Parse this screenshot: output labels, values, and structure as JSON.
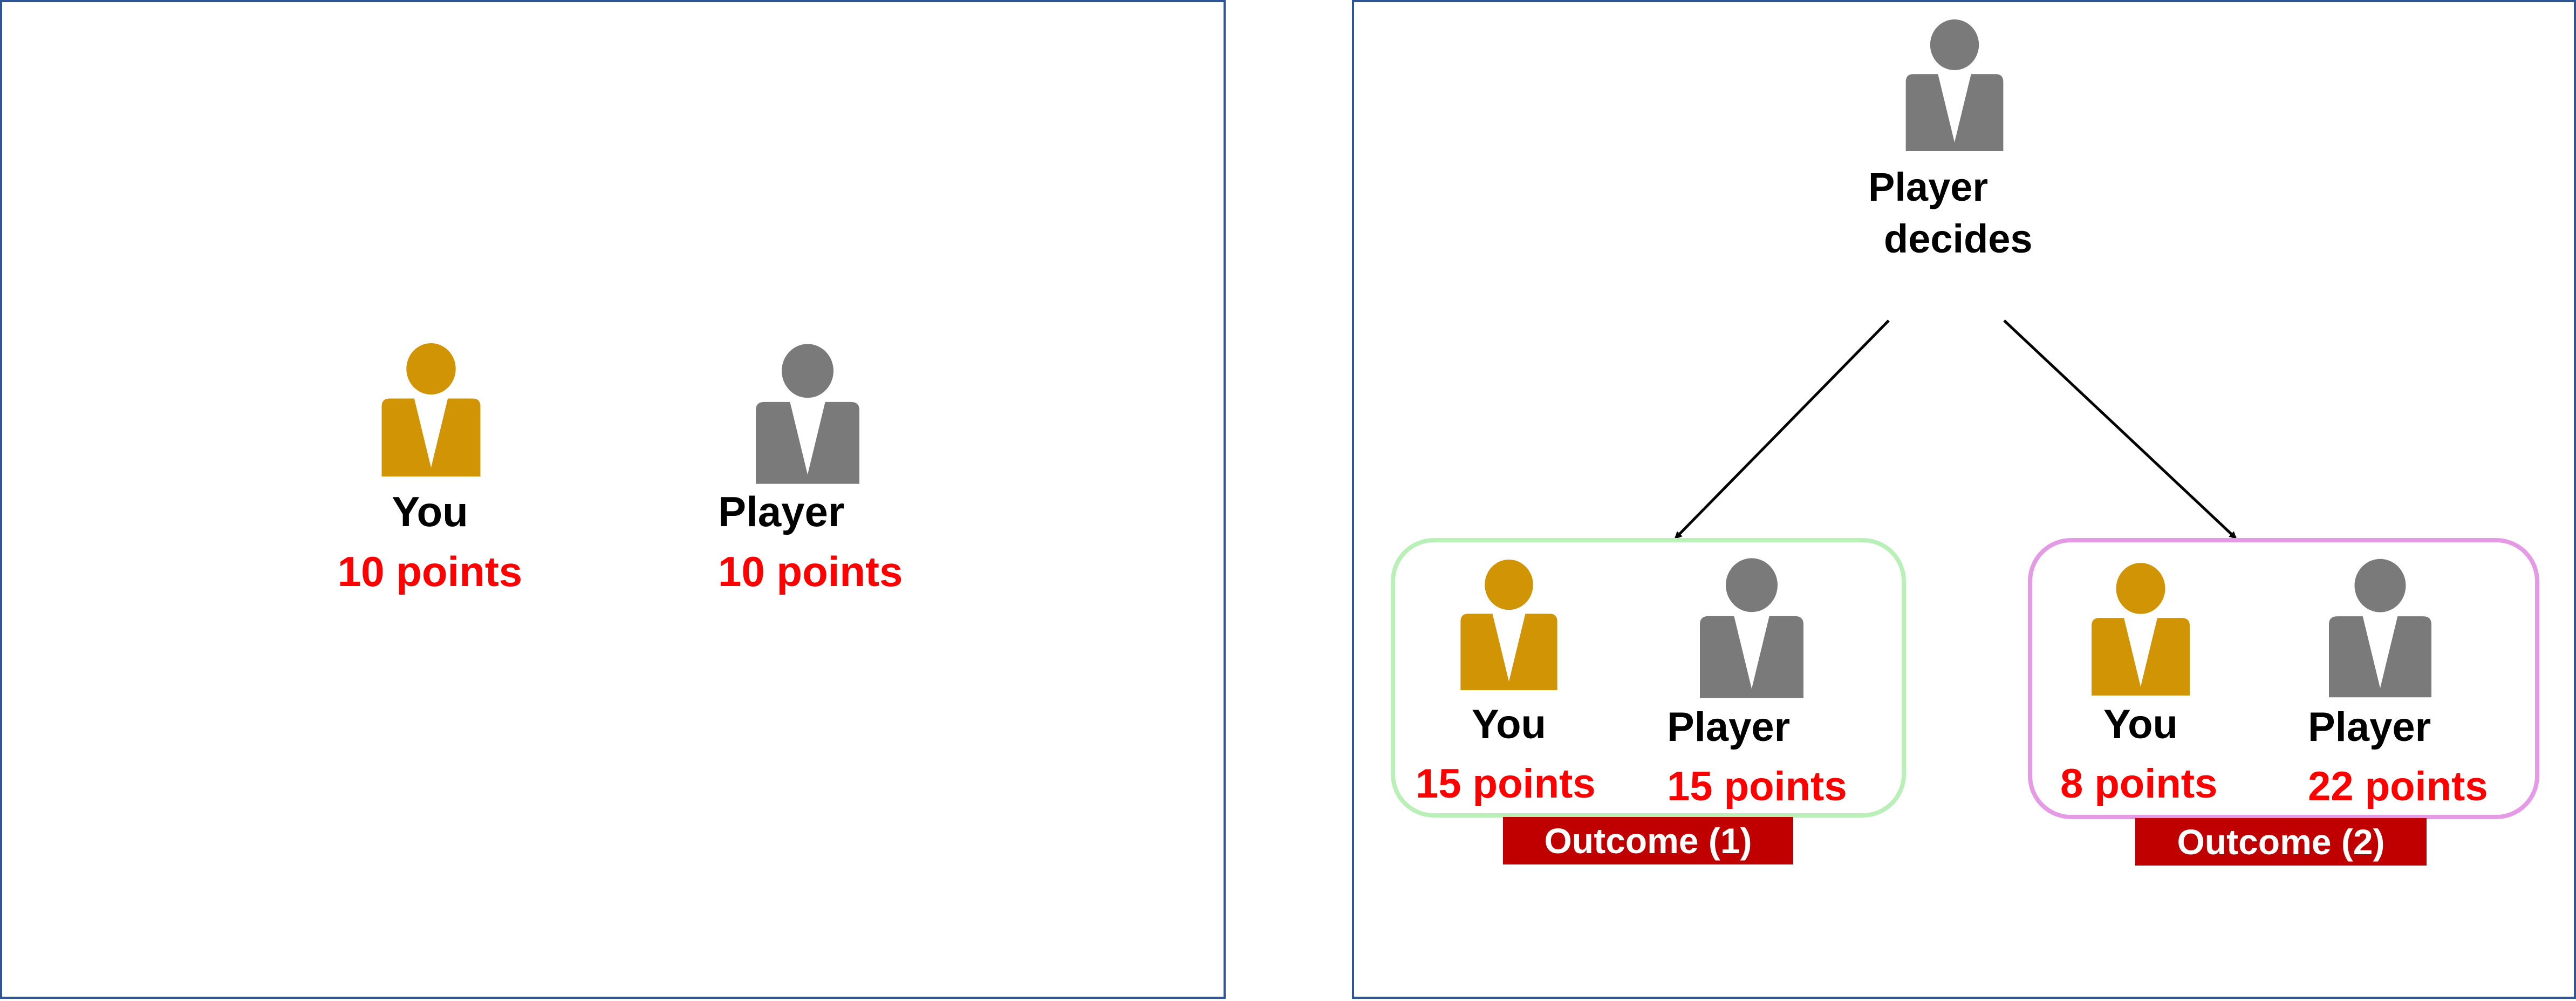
{
  "colors": {
    "you": "#D09405",
    "player": "#7A7A7A",
    "points": "#FF0000",
    "panel_border": "#2F5597",
    "outcome1_border": "#B8F0B8",
    "outcome2_border": "#E49AE4",
    "outcome_tag": "#C00000"
  },
  "icons": {
    "you": "person-icon",
    "player": "person-icon"
  },
  "initial": {
    "you_label": "You",
    "you_points": "10 points",
    "player_label": "Player",
    "player_points": "10 points"
  },
  "decision": {
    "label_line1": "Player",
    "label_line2": "decides"
  },
  "outcomes": [
    {
      "tag": "Outcome (1)",
      "you_label": "You",
      "you_points": "15 points",
      "player_label": "Player",
      "player_points": "15 points"
    },
    {
      "tag": "Outcome (2)",
      "you_label": "You",
      "you_points": "8 points",
      "player_label": "Player",
      "player_points": "22 points"
    }
  ]
}
